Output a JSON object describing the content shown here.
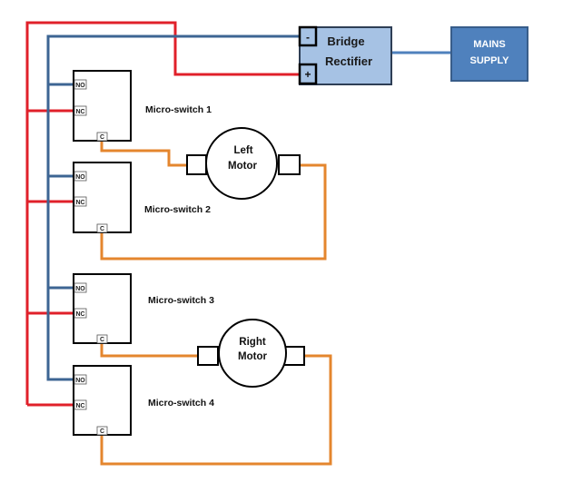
{
  "diagram": {
    "title": "",
    "colors": {
      "positive_wire": "#e0202a",
      "negative_wire": "#3d6593",
      "motor_wire": "#e4862e",
      "ac_wire": "#4f81bd",
      "rectifier_fill": "#a6c2e4",
      "rectifier_border": "#2b2b2b",
      "mains_fill": "#4f81bd",
      "mains_border": "#385d8a",
      "mains_text": "#ffffff",
      "outline": "#000000"
    },
    "rectifier": {
      "line1": "Bridge",
      "line2": "Rectifier",
      "negative_terminal": "-",
      "positive_terminal": "+"
    },
    "mains": {
      "line1": "MAINS",
      "line2": "SUPPLY"
    },
    "switches": [
      {
        "label": "Micro-switch 1",
        "pins": {
          "no": "NO",
          "nc": "NC",
          "c": "C"
        }
      },
      {
        "label": "Micro-switch 2",
        "pins": {
          "no": "NO",
          "nc": "NC",
          "c": "C"
        }
      },
      {
        "label": "Micro-switch 3",
        "pins": {
          "no": "NO",
          "nc": "NC",
          "c": "C"
        }
      },
      {
        "label": "Micro-switch 4",
        "pins": {
          "no": "NO",
          "nc": "NC",
          "c": "C"
        }
      }
    ],
    "motors": [
      {
        "line1": "Left",
        "line2": "Motor"
      },
      {
        "line1": "Right",
        "line2": "Motor"
      }
    ]
  }
}
